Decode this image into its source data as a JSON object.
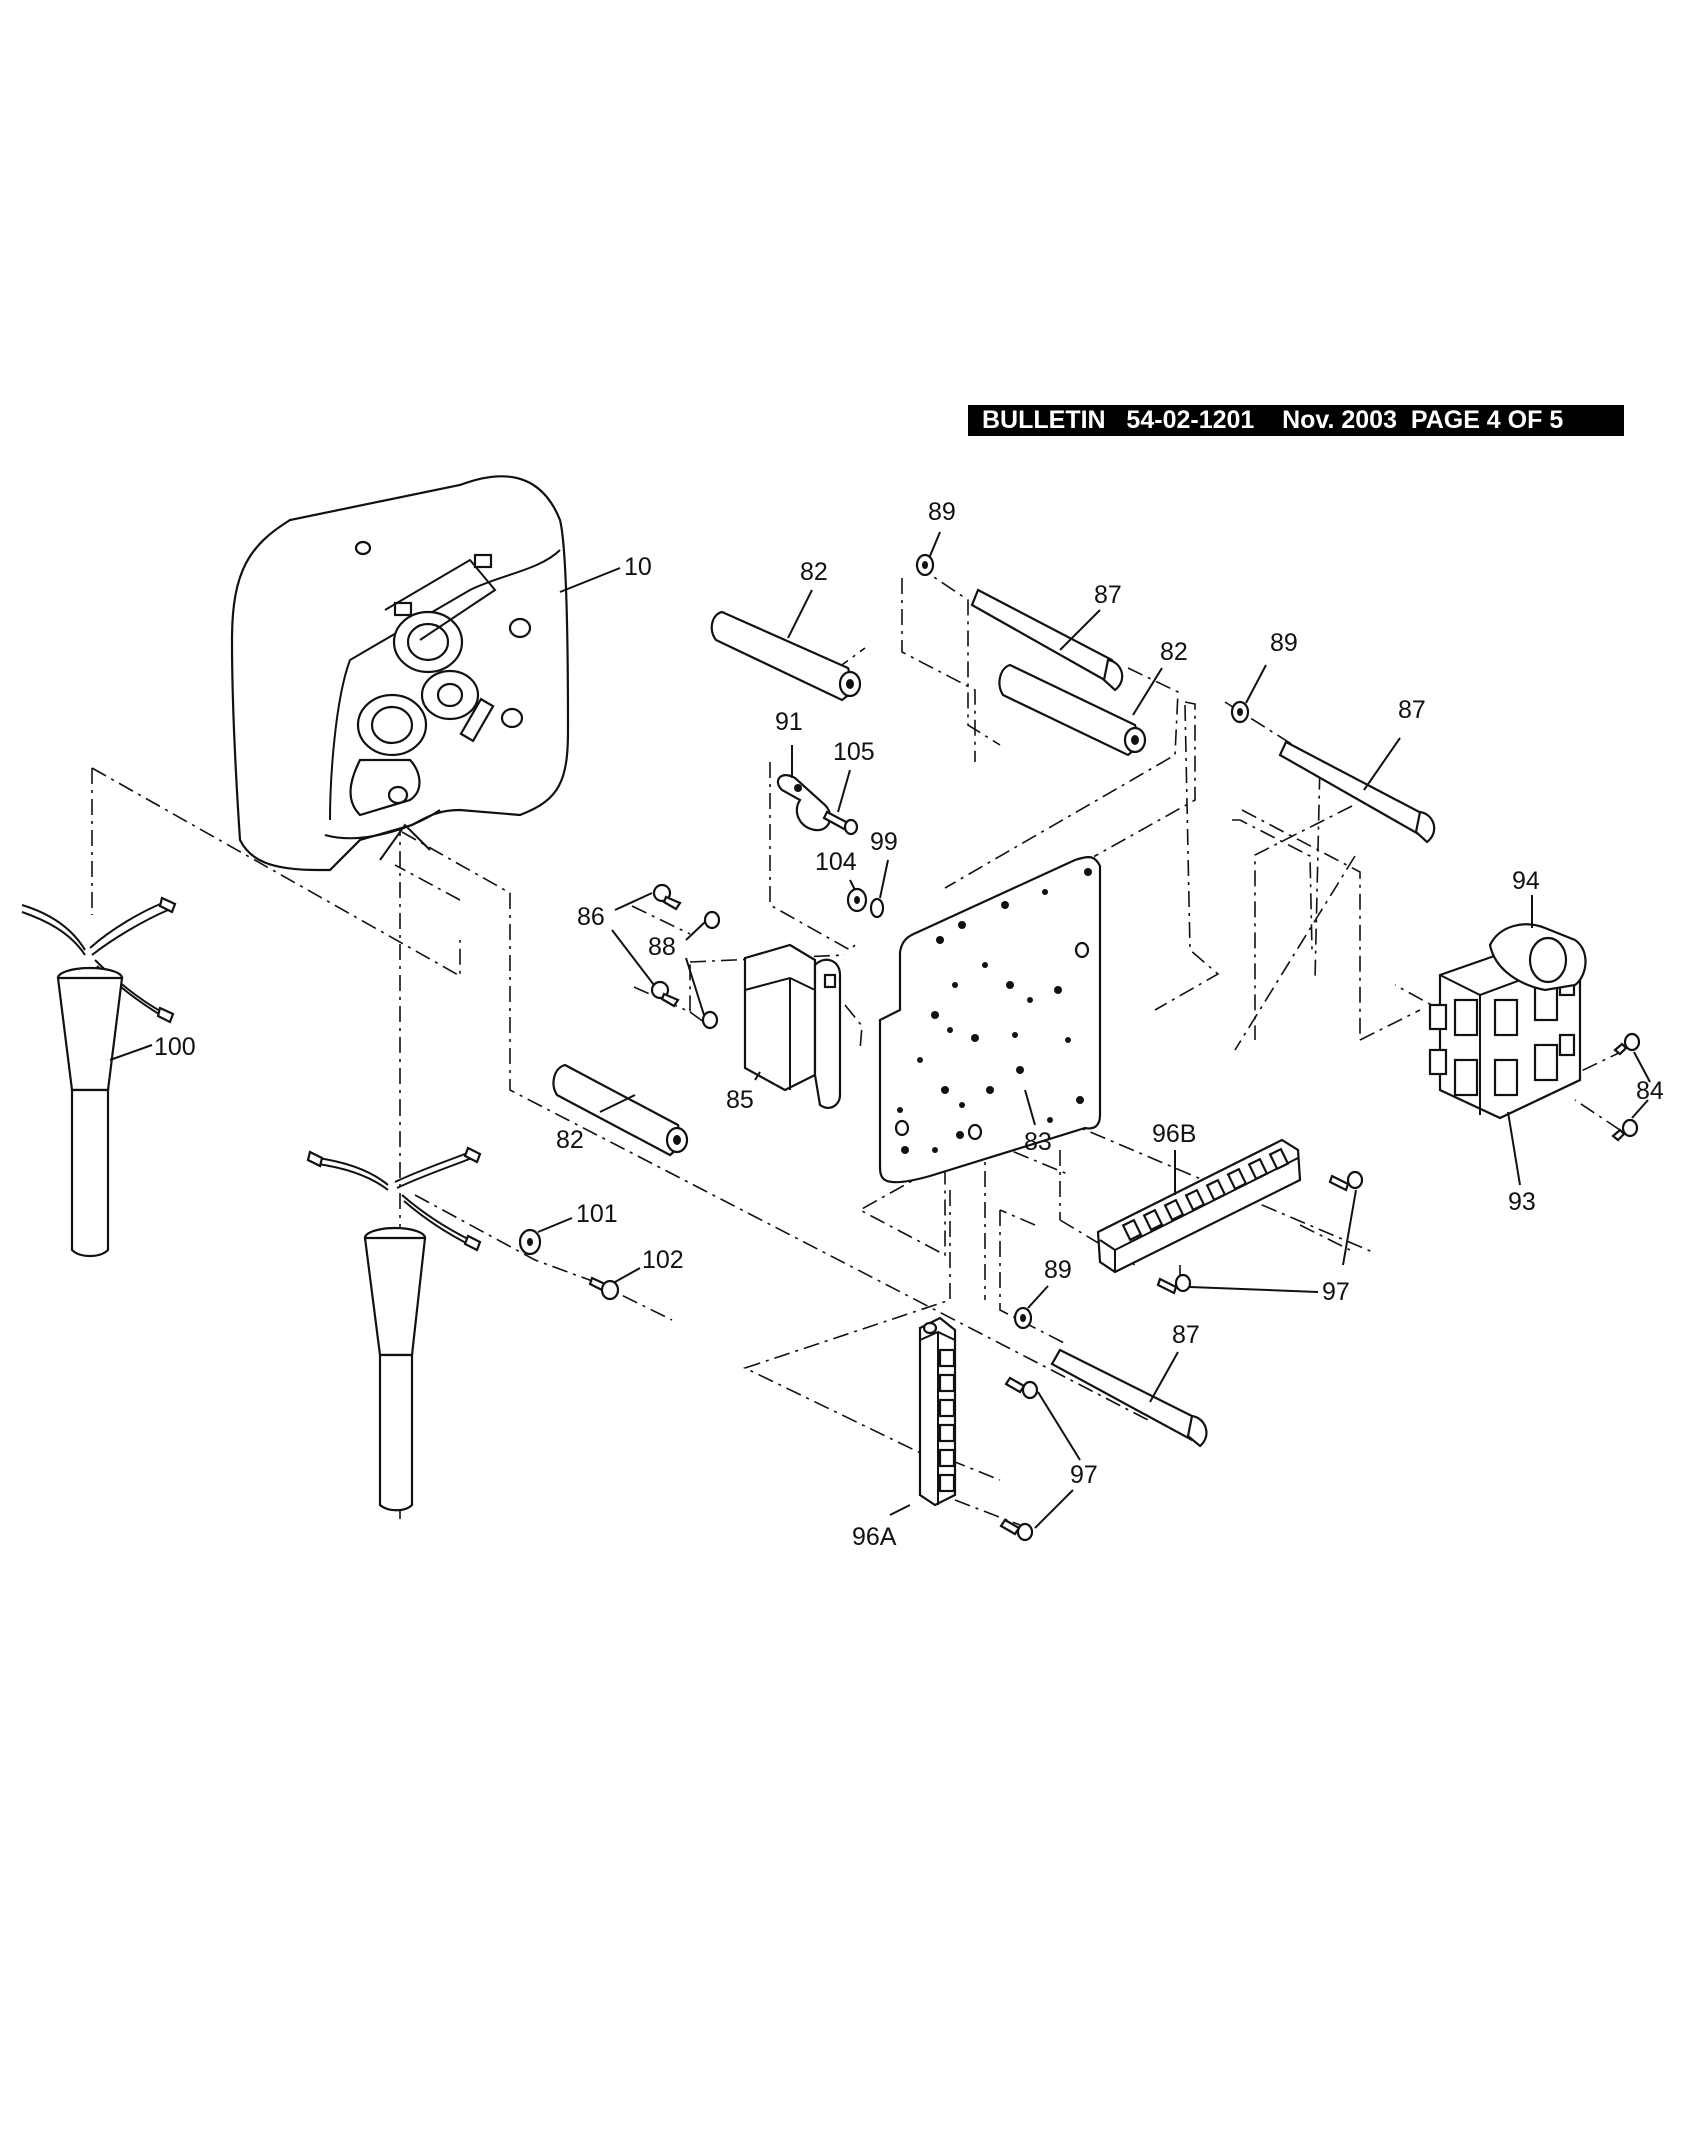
{
  "header": {
    "bulletin_line": "BULLETIN   54-02-1201    Nov. 2003  PAGE 4 OF 5"
  },
  "callouts": {
    "c10": "10",
    "c82a": "82",
    "c82b": "82",
    "c82c": "82",
    "c87a": "87",
    "c87b": "87",
    "c87c": "87",
    "c89a": "89",
    "c89b": "89",
    "c89c": "89",
    "c91": "91",
    "c105": "105",
    "c104": "104",
    "c99": "99",
    "c94": "94",
    "c86": "86",
    "c88": "88",
    "c85": "85",
    "c83": "83",
    "c84": "84",
    "c93": "93",
    "c96b": "96B",
    "c96a": "96A",
    "c97a": "97",
    "c97b": "97",
    "c100": "100",
    "c101": "101",
    "c102": "102"
  }
}
